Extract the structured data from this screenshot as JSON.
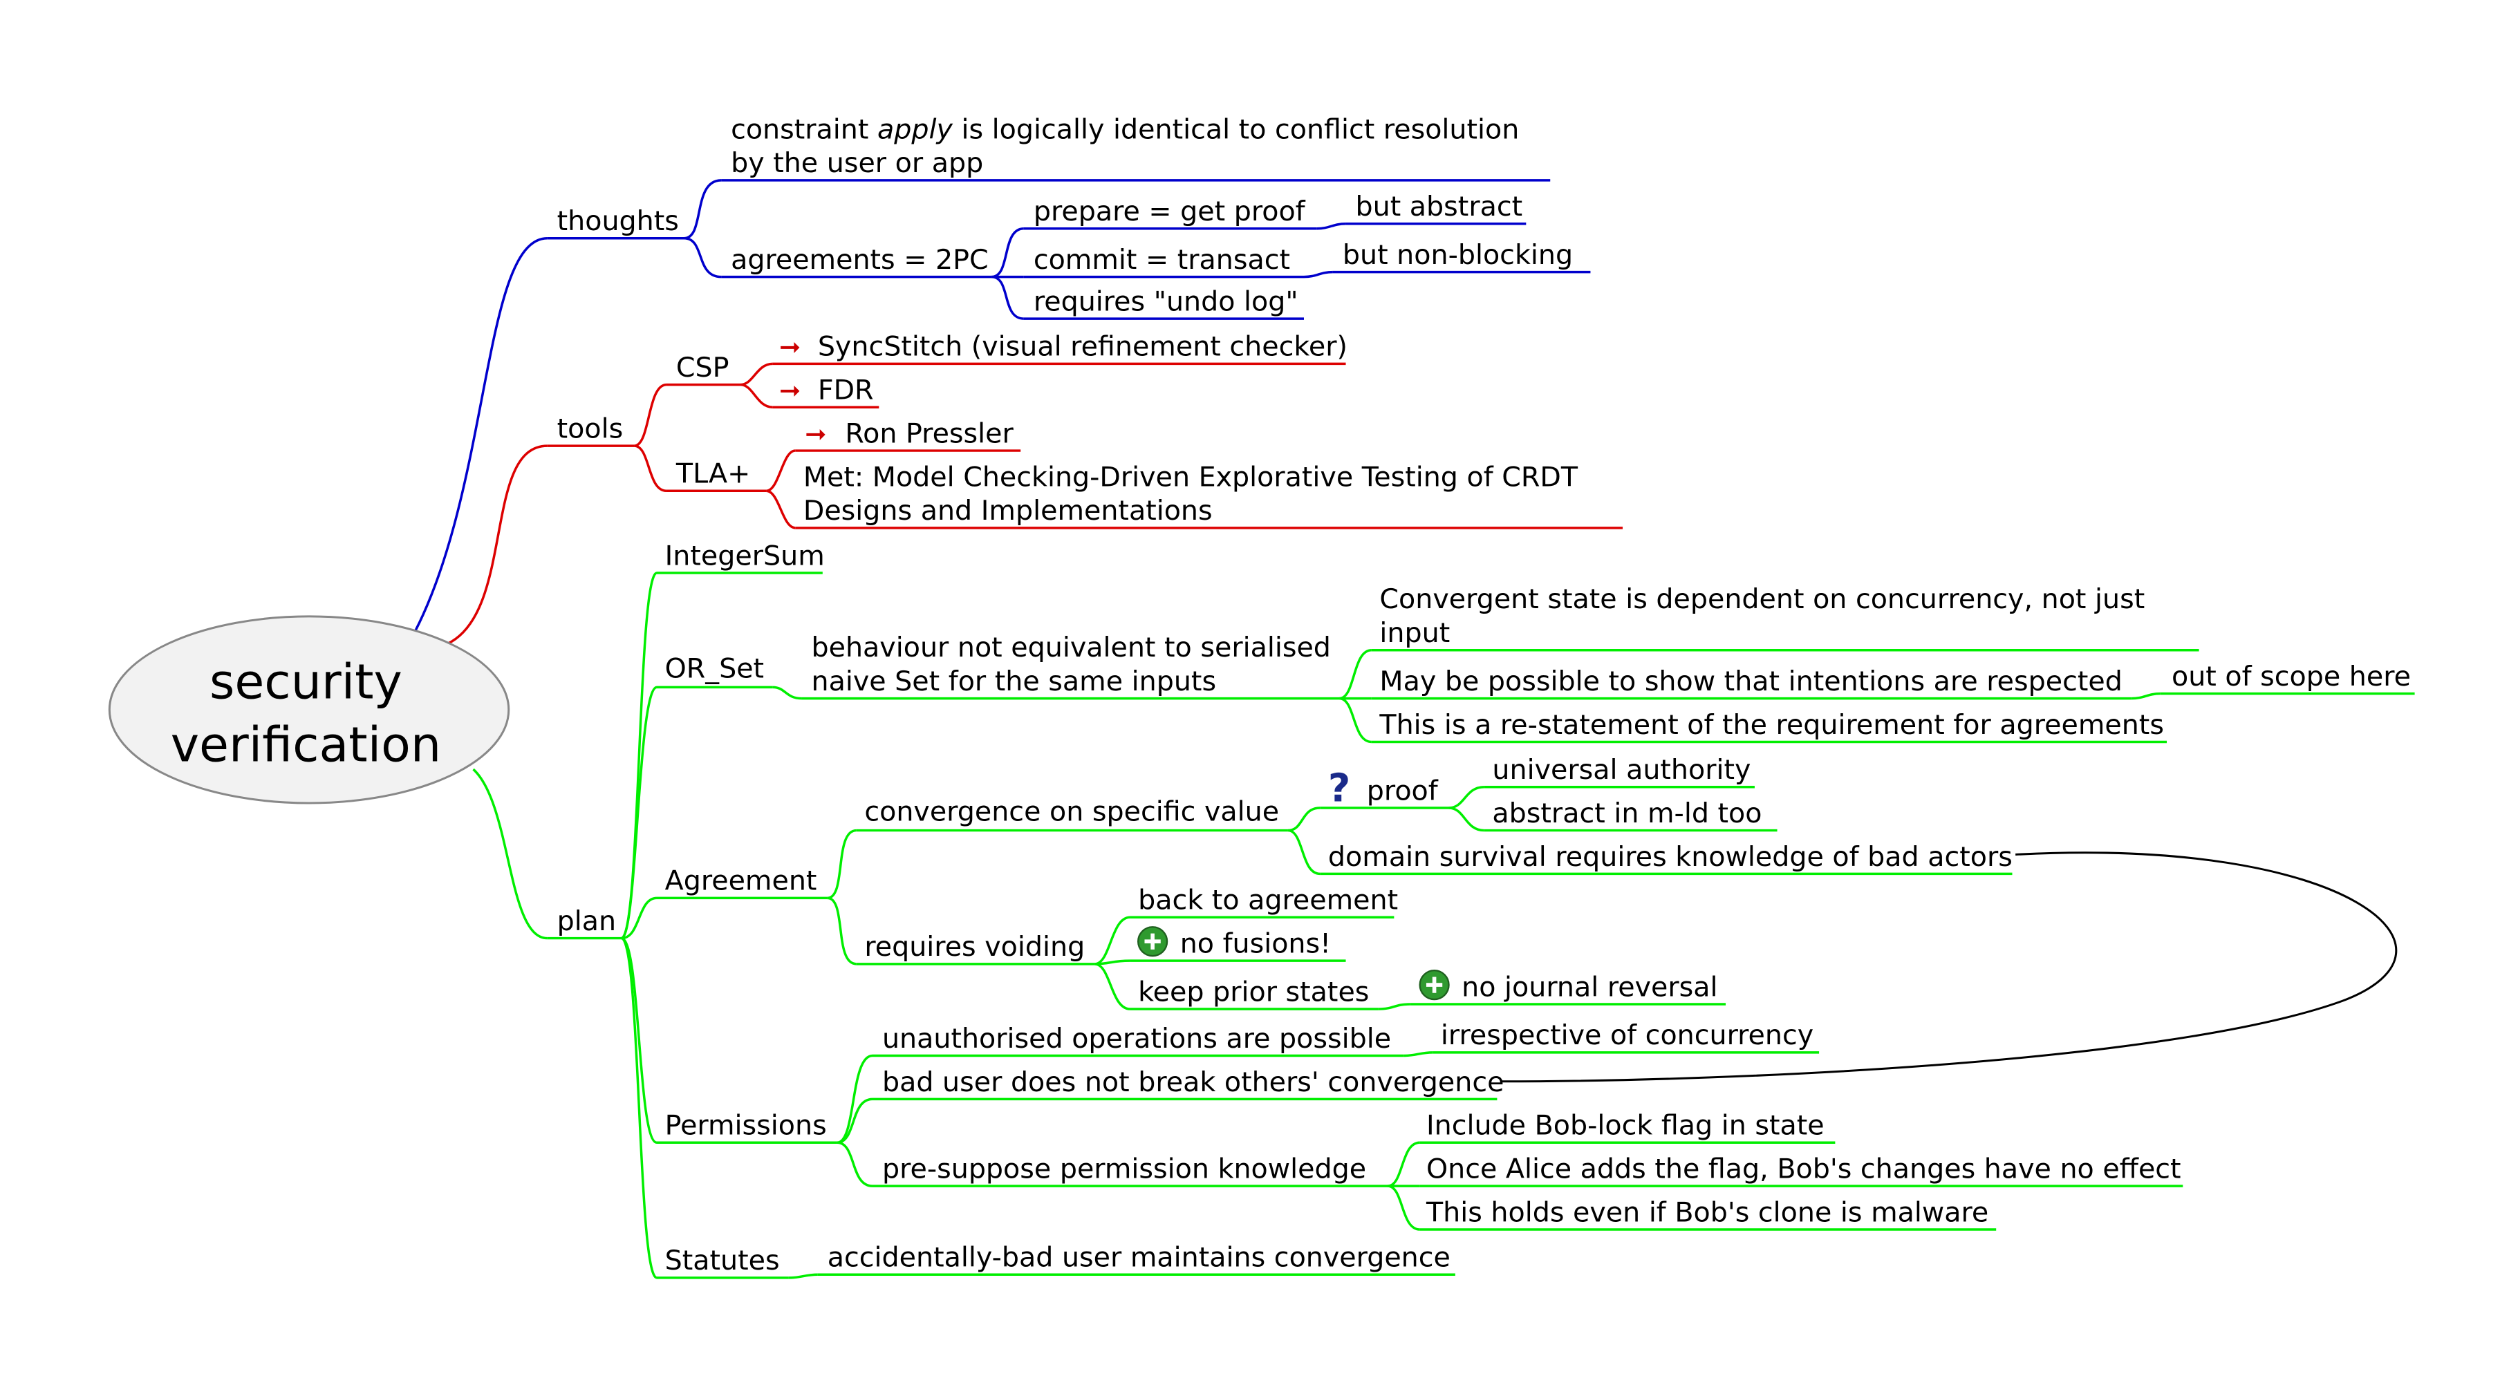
{
  "colors": {
    "thoughts": "#0000cc",
    "tools": "#dd0000",
    "plan": "#00ee00",
    "arrow": "#cc0000",
    "link": "#000000",
    "ellipse_fill": "#f2f2f2",
    "ellipse_stroke": "#888888",
    "plus_icon": "#2f9a2f",
    "question_icon": "#1a2a8a"
  },
  "root": {
    "line1": "security",
    "line2": "verification"
  },
  "thoughts": {
    "label": "thoughts",
    "constraint": {
      "prefix": "constraint ",
      "italic": "apply",
      "suffix": " is logically identical to conflict resolution",
      "line2": "by the user or app"
    },
    "agreements": {
      "label": "agreements = 2PC",
      "prepare": "prepare = get proof",
      "prepare_note": "but abstract",
      "commit": "commit = transact",
      "commit_note": "but non-blocking",
      "undo": "requires \"undo log\""
    }
  },
  "tools": {
    "label": "tools",
    "csp": {
      "label": "CSP",
      "syncstitch": "SyncStitch (visual refinement checker)",
      "fdr": "FDR"
    },
    "tla": {
      "label": "TLA+",
      "pressler": "Ron Pressler",
      "met_line1": "Met: Model Checking-Driven Explorative Testing of CRDT",
      "met_line2": "Designs and Implementations"
    }
  },
  "plan": {
    "label": "plan",
    "integersum": "IntegerSum",
    "orset": {
      "label": "OR_Set",
      "behaviour_line1": "behaviour not equivalent to serialised",
      "behaviour_line2": "naive Set for the same inputs",
      "convergent_line1": "Convergent state is dependent on concurrency, not just",
      "convergent_line2": "input",
      "intentions": "May be possible to show that intentions are respected",
      "scope": "out of scope here",
      "restatement": "This is a re-statement of the requirement for agreements"
    },
    "agreement": {
      "label": "Agreement",
      "convergence": "convergence on specific value",
      "proof": "proof",
      "universal": "universal authority",
      "abstract_mld": "abstract in m-ld too",
      "domain_survival": "domain survival requires knowledge of bad actors",
      "voiding": "requires voiding",
      "back_to_agreement": "back to agreement",
      "no_fusions": "no fusions!",
      "keep_prior": "keep prior states",
      "no_journal": "no journal reversal"
    },
    "permissions": {
      "label": "Permissions",
      "unauthorised": "unauthorised operations are possible",
      "irrespective": "irrespective of concurrency",
      "bad_user": "bad user does not break others' convergence",
      "presuppose": "pre-suppose permission knowledge",
      "bob_lock": "Include Bob-lock flag in state",
      "alice_flag": "Once Alice adds the flag, Bob's changes have no effect",
      "malware": "This holds even if Bob's clone is malware"
    },
    "statutes": {
      "label": "Statutes",
      "accidental": "accidentally-bad user maintains convergence"
    }
  }
}
